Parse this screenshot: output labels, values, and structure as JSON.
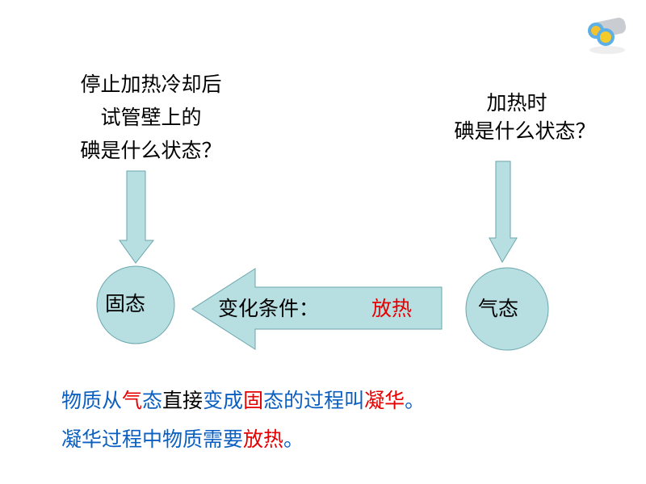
{
  "left_question": [
    "停止加热冷却后",
    "试管壁上的",
    "碘是什么状态？"
  ],
  "right_question": [
    "加热时",
    "碘是什么状态？"
  ],
  "solid_label": "固态",
  "gas_label": "气态",
  "arrow_condition_label": "变化条件：",
  "arrow_condition_value": "放热",
  "statement1": [
    "物质从",
    "气",
    "态",
    "直接",
    "变成",
    "固",
    "态",
    "的过程叫",
    "凝华",
    "。"
  ],
  "statement2": [
    "凝华过程中物质需要",
    "放热",
    "。"
  ],
  "colors": {
    "shape_fill": "#b7dfe2",
    "shape_stroke": "#6aa6ac",
    "text_blue": "#0a5fc0",
    "text_red": "#e60000"
  }
}
